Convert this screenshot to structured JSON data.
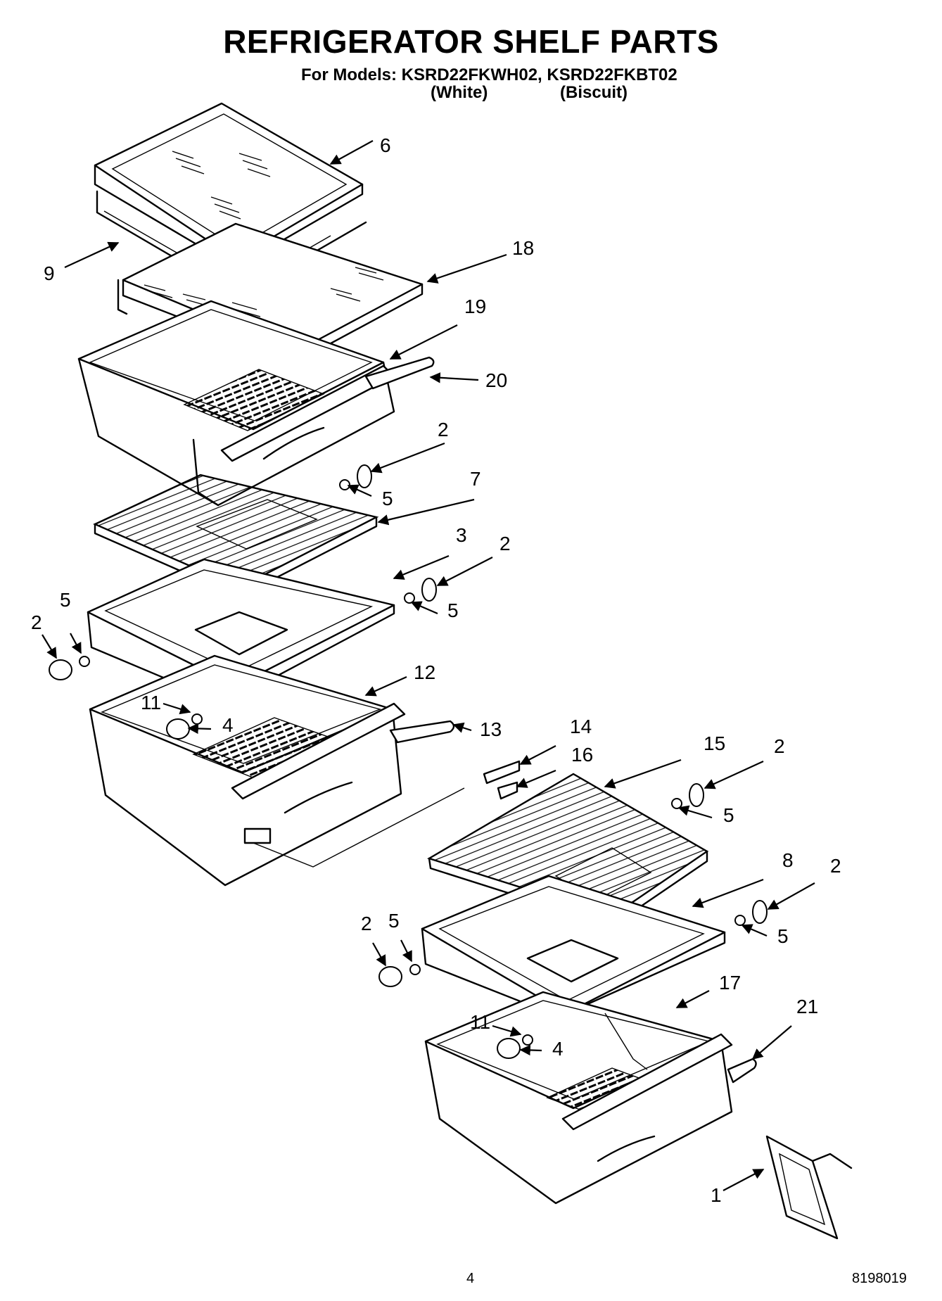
{
  "header": {
    "title": "REFRIGERATOR SHELF PARTS",
    "models_line": "For Models: KSRD22FKWH02, KSRD22FKBT02",
    "variants": [
      "(White)",
      "(Biscuit)"
    ]
  },
  "callouts": [
    "6",
    "9",
    "18",
    "19",
    "20",
    "2",
    "5",
    "7",
    "3",
    "2",
    "2",
    "5",
    "5",
    "12",
    "11",
    "4",
    "13",
    "14",
    "16",
    "15",
    "2",
    "5",
    "8",
    "2",
    "2",
    "5",
    "5",
    "17",
    "11",
    "4",
    "21",
    "1"
  ],
  "footer": {
    "page_number": "4",
    "document_number": "8198019"
  }
}
